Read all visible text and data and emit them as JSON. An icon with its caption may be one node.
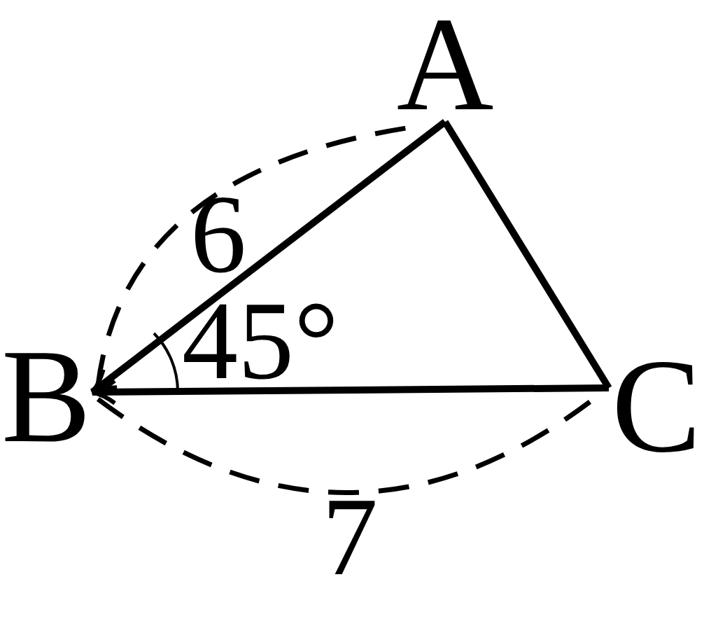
{
  "diagram": {
    "nodes": [
      {
        "text": [
          "A"
        ]
      },
      {
        "text": [
          "B"
        ]
      },
      {
        "text": [
          "C"
        ]
      }
    ],
    "edges": [
      {
        "from": 0,
        "to": 1,
        "arrow": "to"
      },
      {
        "from": 2,
        "to": 1,
        "arrow": "to"
      },
      {
        "from": 0,
        "to": 2,
        "arrow": "none"
      }
    ],
    "labels": [
      "6",
      "45°",
      "7"
    ]
  }
}
